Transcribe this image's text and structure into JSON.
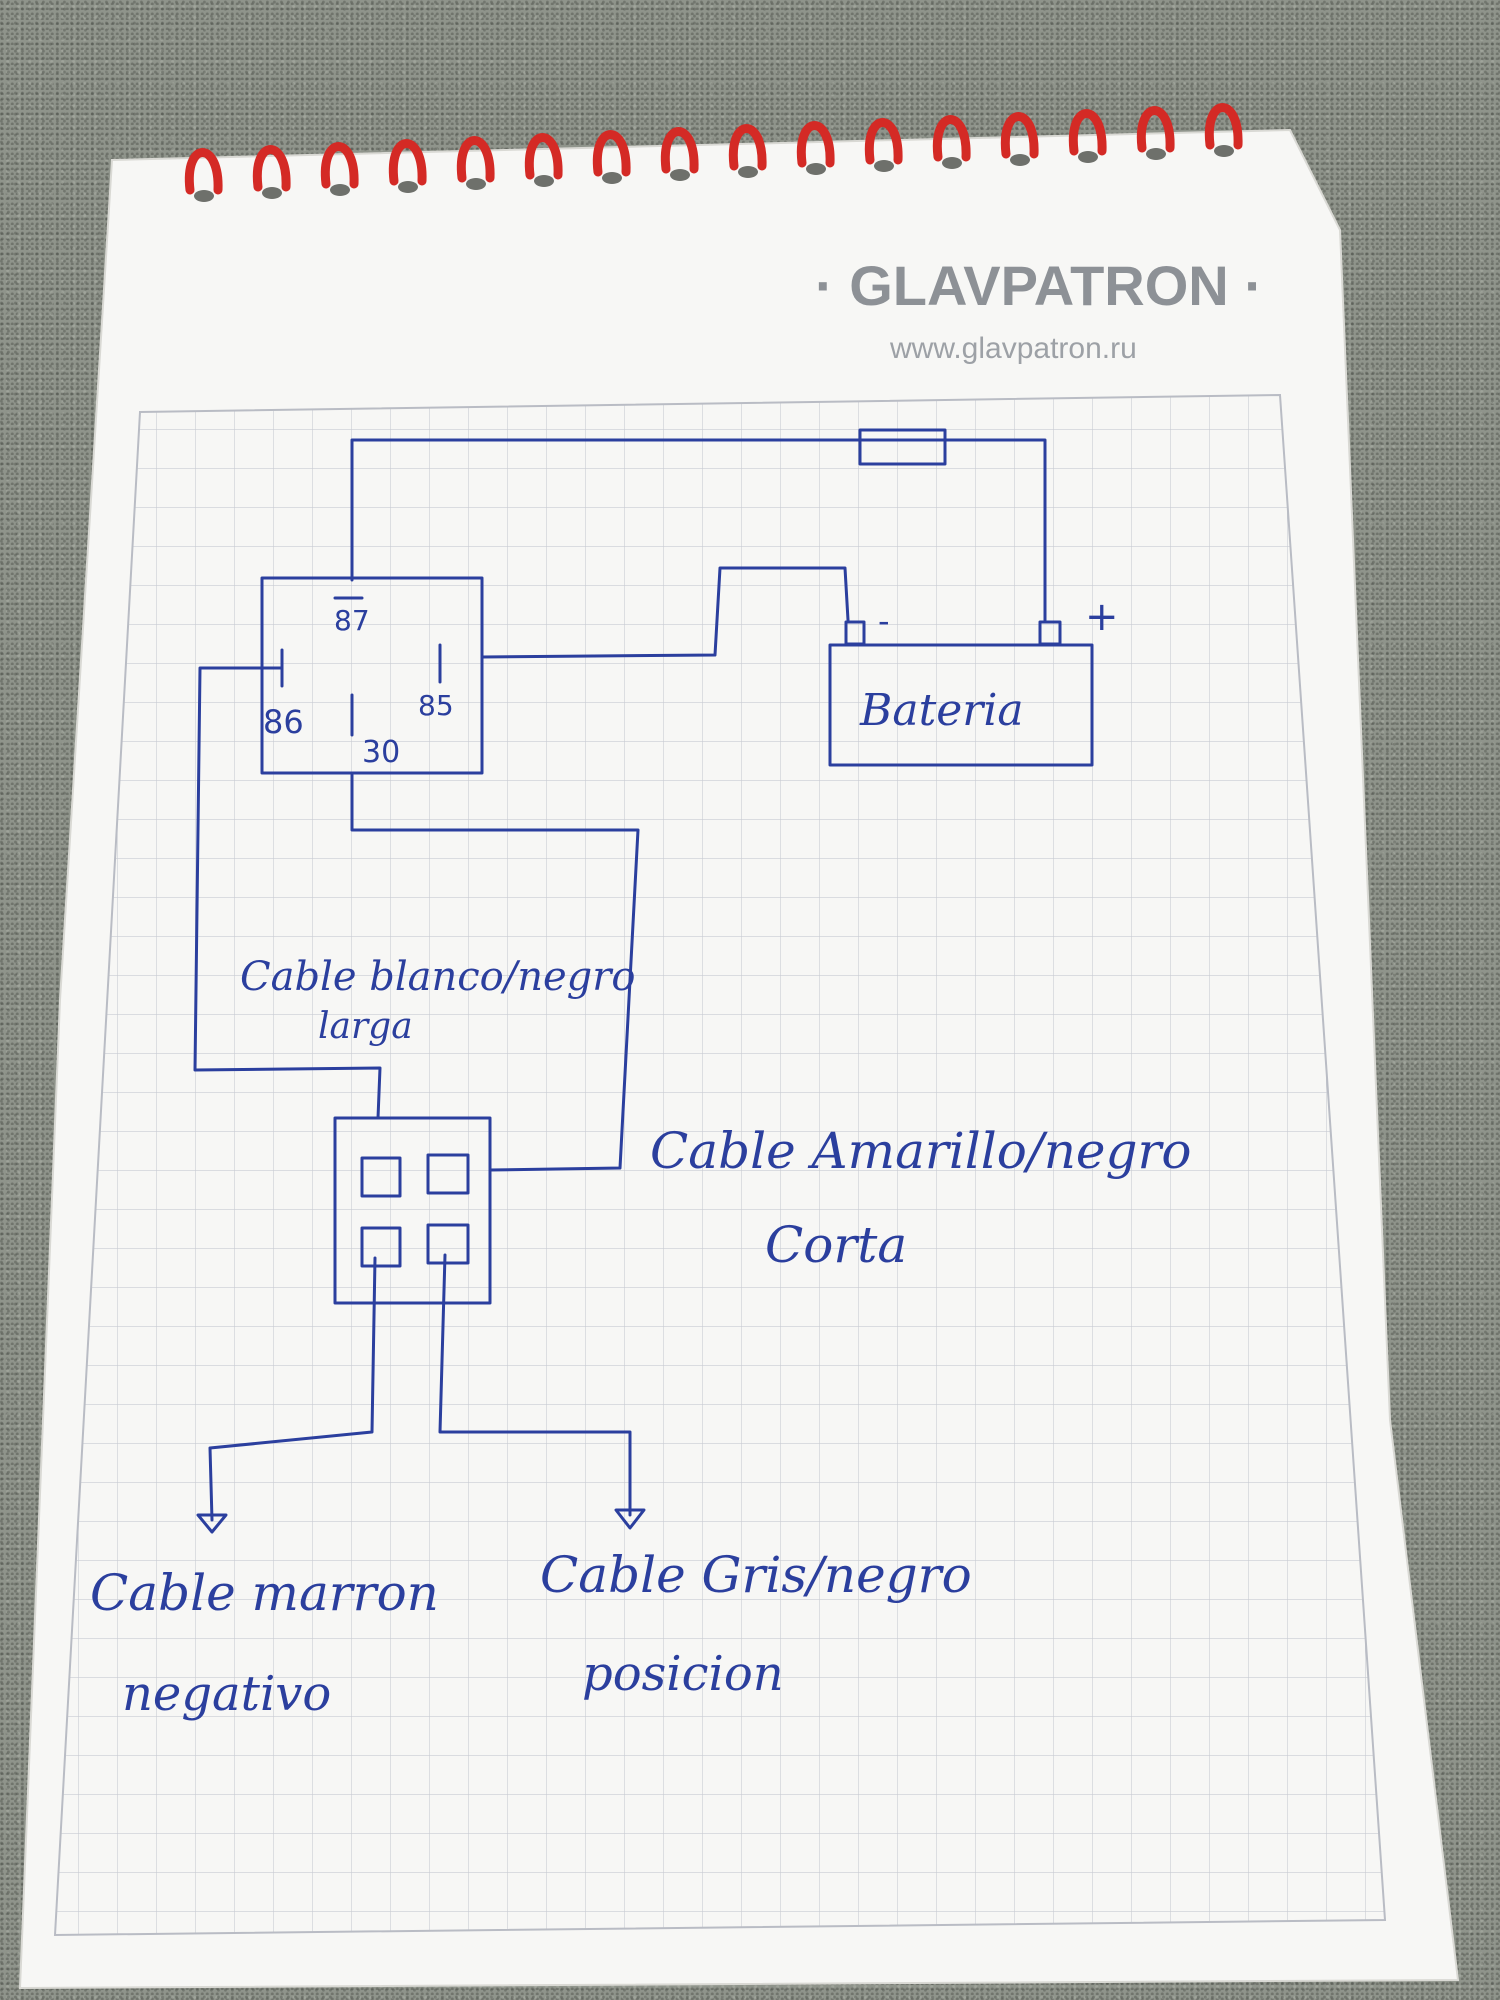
{
  "notebook": {
    "brand": "· GLAVPATRON ·",
    "url": "www.glavpatron.ru",
    "colors": {
      "paper": "#f7f7f5",
      "grid": "#c9ccd3",
      "ink": "#2b3f9e",
      "spiral": "#d42a25"
    }
  },
  "diagram": {
    "relay": {
      "pins": [
        "87",
        "86",
        "85",
        "30"
      ]
    },
    "battery": {
      "label": "Bateria",
      "negative": "-",
      "positive": "+"
    },
    "labels": {
      "white_black_cable": [
        "Cable blanco/negro",
        "larga"
      ],
      "yellow_black_cable": [
        "Cable Amarillo/negro",
        "Corta"
      ],
      "brown_cable": [
        "Cable marron",
        "negativo"
      ],
      "grey_black_cable": [
        "Cable Gris/negro",
        "posicion"
      ]
    }
  }
}
